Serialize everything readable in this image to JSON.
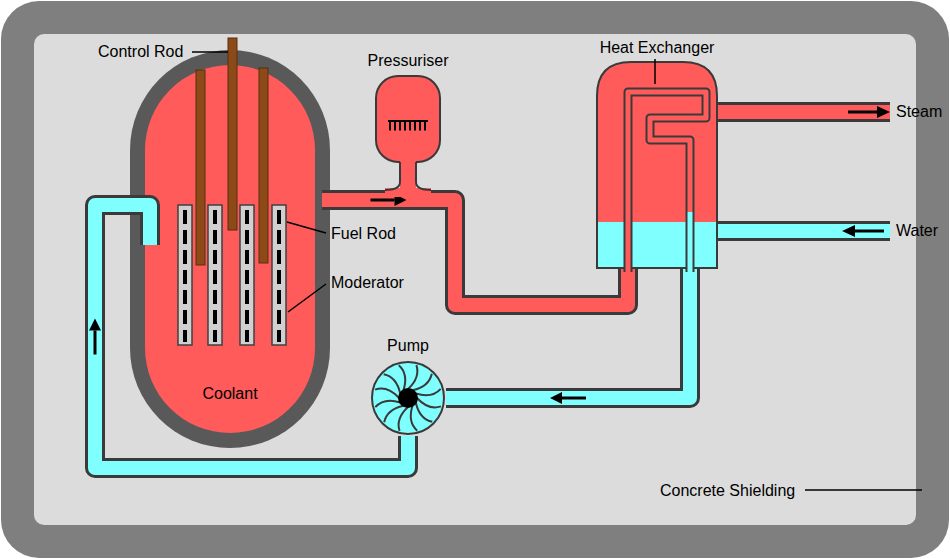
{
  "diagram": {
    "nodes": [
      {
        "text": [
          "Concrete Shielding"
        ]
      },
      {
        "text": [
          "Coolant"
        ],
        "in": 0
      },
      {
        "text": [
          "Pressuriser"
        ],
        "in": 0
      },
      {
        "text": [
          "Heat Exchanger"
        ],
        "in": 0
      },
      {
        "text": [
          "Pump"
        ],
        "in": 0
      }
    ],
    "edges": [
      {
        "from": 1,
        "to": 3,
        "arrow": "to"
      },
      {
        "from": 3,
        "to": 4,
        "arrow": "to"
      },
      {
        "from": 4,
        "to": 1,
        "arrow": "to"
      }
    ],
    "labels": [
      "Control Rod",
      "Fuel Rod",
      "Moderator",
      "Steam",
      "Water"
    ]
  }
}
